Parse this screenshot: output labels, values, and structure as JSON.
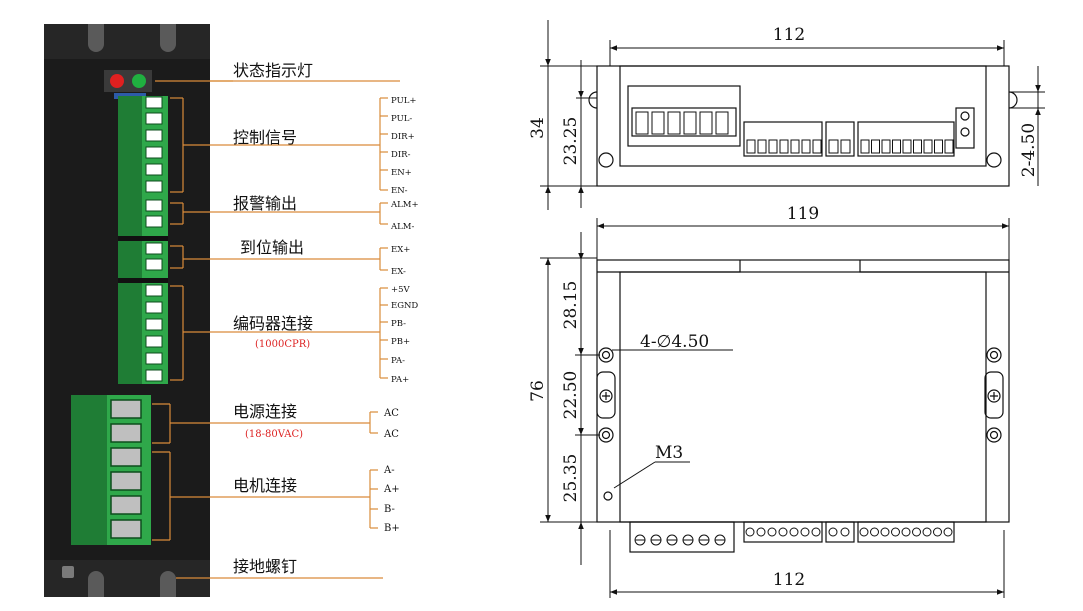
{
  "labels": {
    "status_led": "状态指示灯",
    "control_signal": "控制信号",
    "alarm_output": "报警输出",
    "inposition_output": "到位输出",
    "encoder_connect": "编码器连接",
    "encoder_spec": "(1000CPR)",
    "power_connect": "电源连接",
    "power_spec": "(18-80VAC)",
    "motor_connect": "电机连接",
    "ground_screw": "接地螺钉"
  },
  "pins": {
    "control": [
      "PUL+",
      "PUL-",
      "DIR+",
      "DIR-",
      "EN+",
      "EN-"
    ],
    "alarm": [
      "ALM+",
      "ALM-"
    ],
    "inposition": [
      "EX+",
      "EX-"
    ],
    "encoder": [
      "+5V",
      "EGND",
      "PB-",
      "PB+",
      "PA-",
      "PA+"
    ],
    "power": [
      "AC",
      "AC"
    ],
    "motor": [
      "A-",
      "A+",
      "B-",
      "B+"
    ]
  },
  "dimensions": {
    "top_width": "112",
    "height_total": "34",
    "height_inner": "23.25",
    "flange": "2-4.50",
    "front_width": "119",
    "depth_total": "76",
    "d1": "28.15",
    "d2": "22.50",
    "d3": "25.35",
    "hole": "4-∅4.50",
    "screw": "M3",
    "bottom_width": "112"
  },
  "colors": {
    "leader": "#d98b3a",
    "terminal_green": "#2fa84a",
    "led_red": "#e02020",
    "led_green": "#20b040",
    "housing": "#1b1b1b"
  }
}
